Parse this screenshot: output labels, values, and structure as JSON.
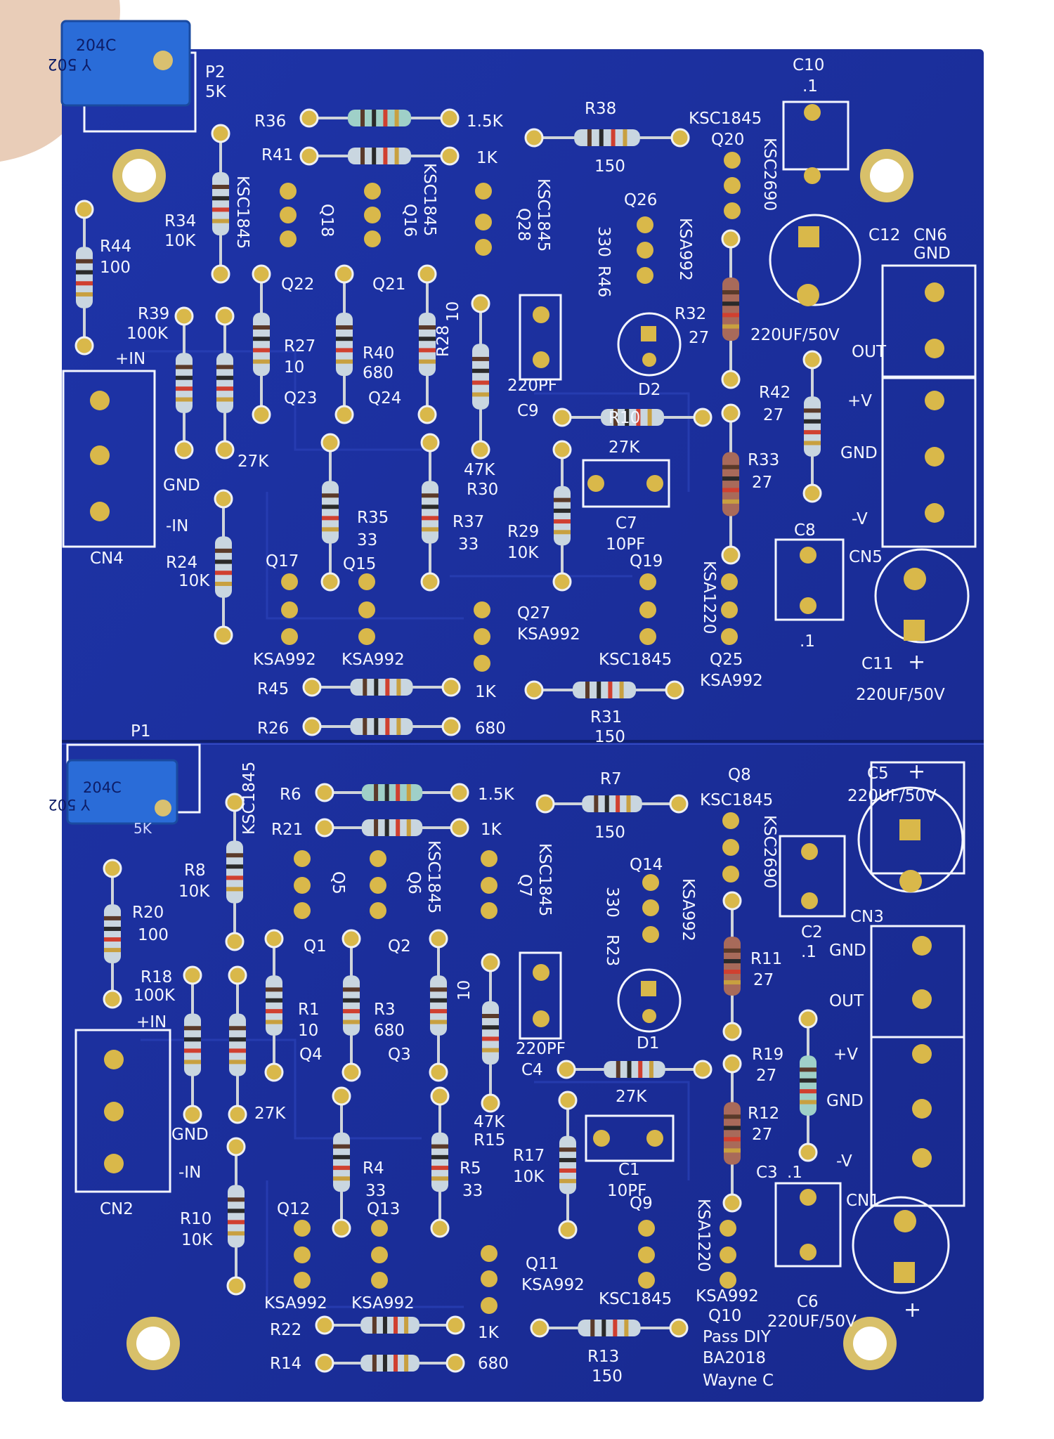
{
  "colors": {
    "background": "#ffffff",
    "board": "#1b2f9e",
    "board_dark": "#142684",
    "silkscreen": "#f4f6ff",
    "pad": "#e0c97a",
    "hole": "#d9b84a",
    "trimmer": "#2a6cd8"
  },
  "top_module": {
    "labels": {
      "p2": "P2",
      "p2_val": "5K",
      "trimmer_top": "204C",
      "trimmer_bottom": "Y 502",
      "r36": "R36",
      "r36_val": "1.5K",
      "r41": "R41",
      "r41_val": "1K",
      "r38": "R38",
      "r38_val": "150",
      "c10": "C10",
      "c10_val": ".1",
      "ksc1845_q20": "KSC1845",
      "q20": "Q20",
      "ksc2690_q20": "KSC2690",
      "r34": "R34",
      "r34_val": "10K",
      "ksc1845_r34": "KSC1845",
      "q18": "Q18",
      "q16": "Q16",
      "ksc1845_q16": "KSC1845",
      "q28": "Q28",
      "ksc1845_q28": "KSC1845",
      "r46_val": "330",
      "r46": "R46",
      "q26": "Q26",
      "ksa992_q26": "KSA992",
      "c12": "C12",
      "cn6": "CN6",
      "gnd_cn6": "GND",
      "r44": "R44",
      "r44_val": "100",
      "q22": "Q22",
      "q21": "Q21",
      "r39": "R39",
      "r39_val": "100K",
      "r27": "R27",
      "r27_val": "10",
      "r40": "R40",
      "r40_val": "680",
      "r28": "R28",
      "r28_val": "10",
      "r32": "R32",
      "r32_val": "27",
      "c12_val": "220UF/50V",
      "out": "OUT",
      "plus_in": "+IN",
      "q23": "Q23",
      "q24": "Q24",
      "c9_val": "220PF",
      "c9": "C9",
      "d2": "D2",
      "r10_silk": "R10",
      "r10_val_silk": "27K",
      "r42": "R42",
      "r42_val": "27",
      "plus_v": "+V",
      "gnd": "GND",
      "gnd_left": "GND",
      "k27_left": "27K",
      "r47k": "47K",
      "r30": "R30",
      "r33": "R33",
      "r33_val": "27",
      "minus_in": "-IN",
      "r35": "R35",
      "r35_val": "33",
      "r37": "R37",
      "r37_val": "33",
      "r29": "R29",
      "r29_val": "10K",
      "c7": "C7",
      "c7_val": "10PF",
      "c8": "C8",
      "minus_v": "-V",
      "cn4": "CN4",
      "r24": "R24",
      "r24_val": "10K",
      "q17": "Q17",
      "q15": "Q15",
      "q19": "Q19",
      "ksa1220": "KSA1220",
      "cn5": "CN5",
      "q27": "Q27",
      "ksa992_q27": "KSA992",
      "ksa992_q17": "KSA992",
      "ksa992_q15": "KSA992",
      "ksc1845_q19": "KSC1845",
      "q25": "Q25",
      "ksa992_q25": "KSA992",
      "c8_val": ".1",
      "c11": "C11",
      "plus": "+",
      "c11_val": "220UF/50V",
      "r45": "R45",
      "r45_val": "1K",
      "r26": "R26",
      "r26_val": "680",
      "r31": "R31",
      "r31_val": "150"
    }
  },
  "bottom_module": {
    "labels": {
      "p1": "P1",
      "p1_val": "5K",
      "trimmer_top": "204C",
      "trimmer_bottom": "Y 502",
      "r6": "R6",
      "r6_val": "1.5K",
      "r21": "R21",
      "r21_val": "1K",
      "r7": "R7",
      "r7_val": "150",
      "q8": "Q8",
      "ksc1845_q8": "KSC1845",
      "c5": "C5",
      "c5_val": "220UF/50V",
      "r8": "R8",
      "r8_val": "10K",
      "ksc1845_r8": "KSC1845",
      "q5": "Q5",
      "q6": "Q6",
      "ksc1845_q6": "KSC1845",
      "q7": "Q7",
      "ksc1845_q7": "KSC1845",
      "r23_val": "330",
      "r23": "R23",
      "q14": "Q14",
      "ksa992_q14": "KSA992",
      "ksc2690_q8": "KSC2690",
      "cn3": "CN3",
      "c2": "C2",
      "c2_val": ".1",
      "gnd_cn3": "GND",
      "r20": "R20",
      "r20_val": "100",
      "q1": "Q1",
      "q2": "Q2",
      "r18": "R18",
      "r18_val": "100K",
      "r1": "R1",
      "r1_val": "10",
      "r3": "R3",
      "r3_val": "680",
      "r2_val": "10",
      "r11": "R11",
      "r11_val": "27",
      "out": "OUT",
      "plus_in": "+IN",
      "c4_val": "220PF",
      "c4": "C4",
      "d1": "D1",
      "q4": "Q4",
      "q3": "Q3",
      "r19": "R19",
      "r19_val": "27",
      "plus_v": "+V",
      "k27_mid": "27K",
      "gnd": "GND",
      "gnd_left": "GND",
      "k27_left": "27K",
      "r47k": "47K",
      "r15": "R15",
      "r12": "R12",
      "r12_val": "27",
      "minus_in": "-IN",
      "r4": "R4",
      "r4_val": "33",
      "r5": "R5",
      "r5_val": "33",
      "r17": "R17",
      "r17_val": "10K",
      "c1": "C1",
      "c1_val": "10PF",
      "c3": "C3",
      "c3_val": ".1",
      "minus_v": "-V",
      "cn1": "CN1",
      "cn2": "CN2",
      "r10": "R10",
      "r10_val": "10K",
      "q12": "Q12",
      "q13": "Q13",
      "q9": "Q9",
      "ksa1220": "KSA1220",
      "q11": "Q11",
      "ksa992_q11": "KSA992",
      "ksa992_q12": "KSA992",
      "ksa992_q13": "KSA992",
      "ksc1845_q9": "KSC1845",
      "ksa992_q10": "KSA992",
      "c6": "C6",
      "c6_val": "220UF/50V",
      "plus": "+",
      "q10": "Q10",
      "r22": "R22",
      "r22_val": "1K",
      "r14": "R14",
      "r14_val": "680",
      "r13": "R13",
      "r13_val": "150",
      "credit1": "Pass DIY",
      "credit2": "BA2018",
      "credit3": "Wayne C"
    }
  }
}
